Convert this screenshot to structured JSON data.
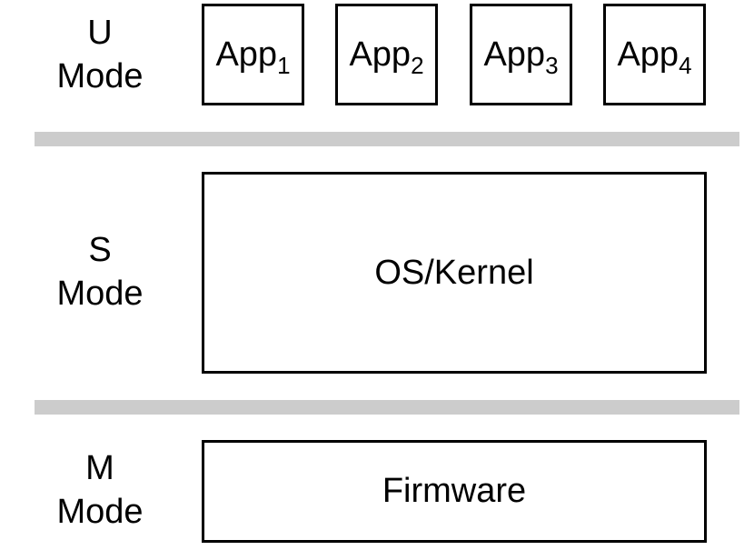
{
  "levels": {
    "u": {
      "line1": "U",
      "line2": "Mode"
    },
    "s": {
      "line1": "S",
      "line2": "Mode"
    },
    "m": {
      "line1": "M",
      "line2": "Mode"
    }
  },
  "apps": [
    {
      "name": "App",
      "index": "1"
    },
    {
      "name": "App",
      "index": "2"
    },
    {
      "name": "App",
      "index": "3"
    },
    {
      "name": "App",
      "index": "4"
    }
  ],
  "kernel": {
    "label": "OS/Kernel"
  },
  "firmware": {
    "label": "Firmware"
  },
  "colors": {
    "divider": "#cccccc",
    "border": "#000000",
    "text": "#000000"
  }
}
